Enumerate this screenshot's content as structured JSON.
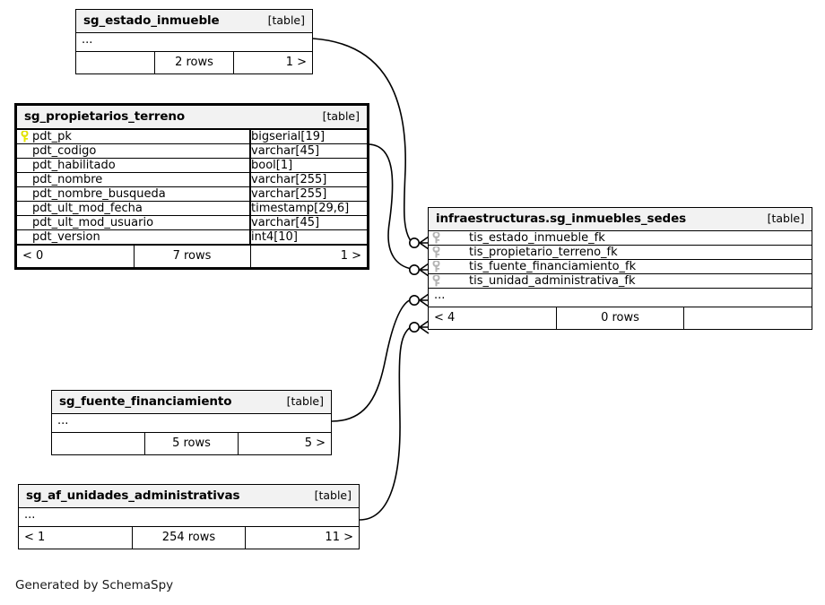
{
  "diagram": {
    "kind_label": "[table]",
    "ellipsis": "...",
    "footer_credit": "Generated by SchemaSpy",
    "colors": {
      "background": "#ffffff",
      "table_border": "#000000",
      "header_fill": "#f2f2f2",
      "edge_stroke": "#000000",
      "pk_key": "#e8e800",
      "fk_key": "#b3b3b3",
      "text": "#000000"
    }
  },
  "tables": {
    "estado_inmueble": {
      "name": "sg_estado_inmueble",
      "kind": "[table]",
      "emphasis": false,
      "has_ellipsis_row": true,
      "ellipsis": "...",
      "columns": [],
      "footer": {
        "left": "",
        "center": "2 rows",
        "right": "1 >"
      }
    },
    "propietarios_terreno": {
      "name": "sg_propietarios_terreno",
      "kind": "[table]",
      "emphasis": true,
      "has_ellipsis_row": false,
      "columns": [
        {
          "name": "pdt_pk",
          "type": "bigserial[19]",
          "key": "primary"
        },
        {
          "name": "pdt_codigo",
          "type": "varchar[45]",
          "key": "none"
        },
        {
          "name": "pdt_habilitado",
          "type": "bool[1]",
          "key": "none"
        },
        {
          "name": "pdt_nombre",
          "type": "varchar[255]",
          "key": "none"
        },
        {
          "name": "pdt_nombre_busqueda",
          "type": "varchar[255]",
          "key": "none"
        },
        {
          "name": "pdt_ult_mod_fecha",
          "type": "timestamp[29,6]",
          "key": "none"
        },
        {
          "name": "pdt_ult_mod_usuario",
          "type": "varchar[45]",
          "key": "none"
        },
        {
          "name": "pdt_version",
          "type": "int4[10]",
          "key": "none"
        }
      ],
      "footer": {
        "left": "< 0",
        "center": "7 rows",
        "right": "1 >"
      }
    },
    "inmuebles_sedes": {
      "name": "infraestructuras.sg_inmuebles_sedes",
      "kind": "[table]",
      "emphasis": false,
      "has_ellipsis_row": true,
      "ellipsis": "...",
      "columns": [
        {
          "name": "tis_estado_inmueble_fk",
          "type": "",
          "key": "foreign"
        },
        {
          "name": "tis_propietario_terreno_fk",
          "type": "",
          "key": "foreign"
        },
        {
          "name": "tis_fuente_financiamiento_fk",
          "type": "",
          "key": "foreign"
        },
        {
          "name": "tis_unidad_administrativa_fk",
          "type": "",
          "key": "foreign"
        }
      ],
      "footer": {
        "left": "< 4",
        "center": "0 rows",
        "right": ""
      }
    },
    "fuente_financiamiento": {
      "name": "sg_fuente_financiamiento",
      "kind": "[table]",
      "emphasis": false,
      "has_ellipsis_row": true,
      "ellipsis": "...",
      "columns": [],
      "footer": {
        "left": "",
        "center": "5 rows",
        "right": "5 >"
      }
    },
    "unidades_administrativas": {
      "name": "sg_af_unidades_administrativas",
      "kind": "[table]",
      "emphasis": false,
      "has_ellipsis_row": true,
      "ellipsis": "...",
      "columns": [],
      "footer": {
        "left": "< 1",
        "center": "254 rows",
        "right": "11 >"
      }
    }
  },
  "relationships": [
    {
      "from": "sg_estado_inmueble",
      "to_column": "tis_estado_inmueble_fk"
    },
    {
      "from": "sg_propietarios_terreno",
      "to_column": "tis_propietario_terreno_fk"
    },
    {
      "from": "sg_fuente_financiamiento",
      "to_column": "tis_fuente_financiamiento_fk"
    },
    {
      "from": "sg_af_unidades_administrativas",
      "to_column": "tis_unidad_administrativa_fk"
    }
  ]
}
